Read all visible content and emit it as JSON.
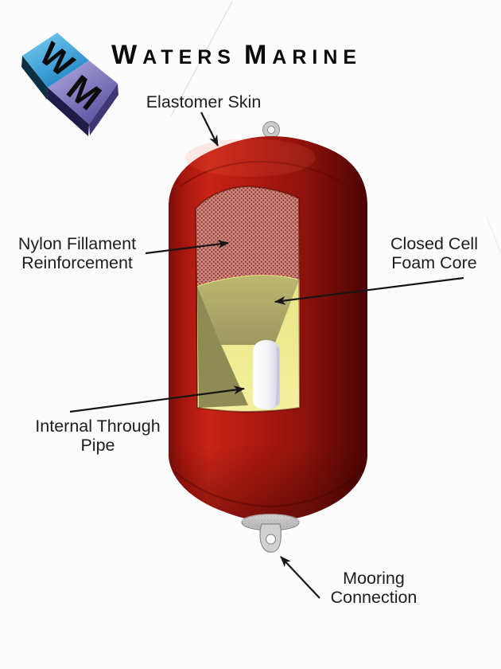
{
  "brand": {
    "name": "WATERS MARINE",
    "word1_initial": "W",
    "word1_rest": "ATERS",
    "word2_initial": "M",
    "word2_rest": "ARINE"
  },
  "logo": {
    "letter_top": "W",
    "letter_front": "M"
  },
  "labels": {
    "elastomer_skin": "Elastomer Skin",
    "nylon_line1": "Nylon Fillament",
    "nylon_line2": "Reinforcement",
    "foam_line1": "Closed Cell",
    "foam_line2": "Foam Core",
    "pipe_line1": "Internal Through",
    "pipe_line2": "Pipe",
    "mooring_line1": "Mooring",
    "mooring_line2": "Connection"
  },
  "colors": {
    "buoy_red": "#A8170E",
    "buoy_red_highlight": "#C82415",
    "buoy_red_shadow": "#4C0504",
    "mesh_pink": "#C8837B",
    "mesh_dot": "#8E2B26",
    "foam_yellow": "#EFEA8E",
    "foam_shadow": "#8F8C55",
    "pipe_white": "#F7F7FB",
    "metal_gray": "#C6C6C6",
    "logo_blue": "#2E9FD8",
    "logo_purple": "#7E77BE",
    "text_black": "#1D1D1D"
  }
}
